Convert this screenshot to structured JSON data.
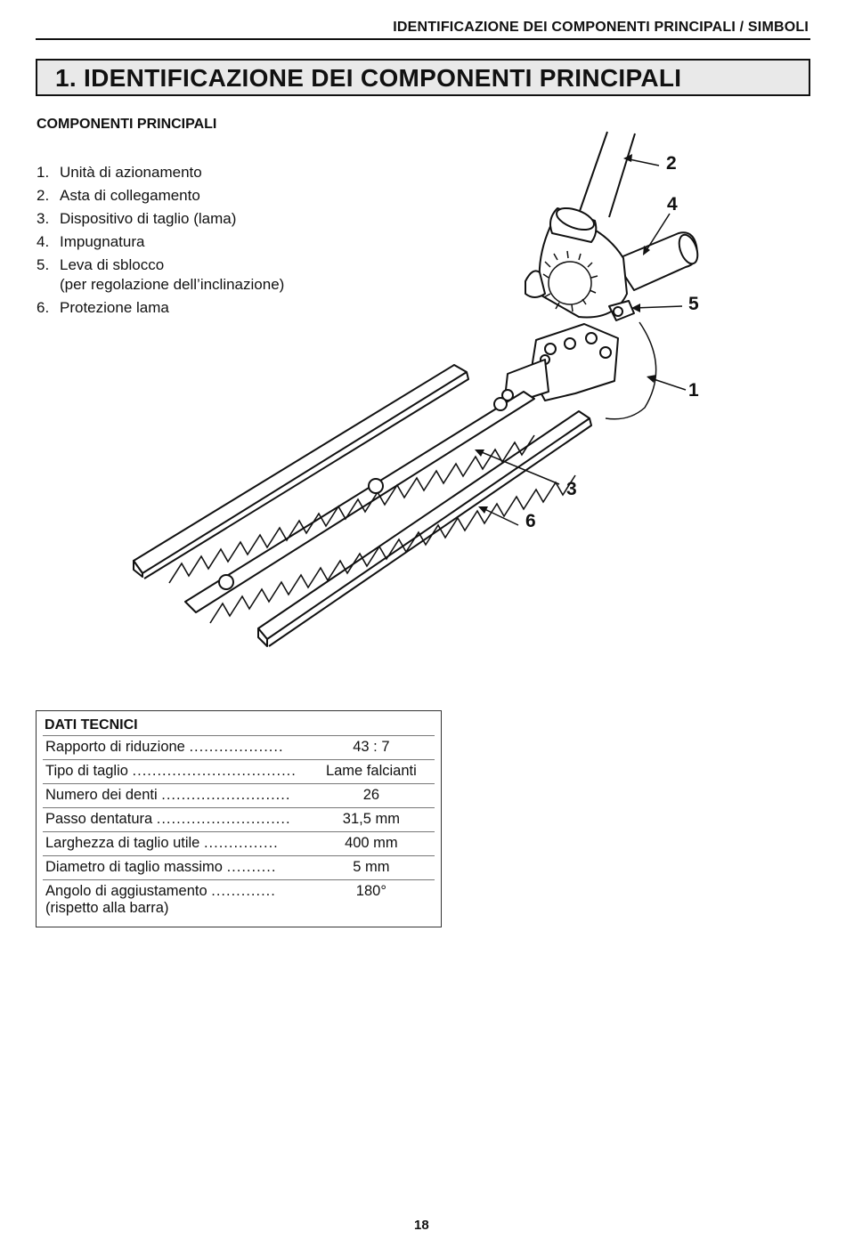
{
  "header": {
    "running_title": "IDENTIFICAZIONE DEI COMPONENTI PRINCIPALI / SIMBOLI"
  },
  "section": {
    "title": "1.  IDENTIFICAZIONE DEI COMPONENTI PRINCIPALI"
  },
  "components": {
    "heading": "COMPONENTI PRINCIPALI",
    "items": [
      {
        "num": "1.",
        "label": "Unità di azionamento",
        "sub": ""
      },
      {
        "num": "2.",
        "label": "Asta di collegamento",
        "sub": ""
      },
      {
        "num": "3.",
        "label": "Dispositivo di taglio (lama)",
        "sub": ""
      },
      {
        "num": "4.",
        "label": "Impugnatura",
        "sub": ""
      },
      {
        "num": "5.",
        "label": "Leva di sblocco",
        "sub": "(per regolazione dell’inclinazione)"
      },
      {
        "num": "6.",
        "label": "Protezione lama",
        "sub": ""
      }
    ]
  },
  "figure": {
    "callouts": [
      "2",
      "4",
      "5",
      "1",
      "3",
      "6"
    ]
  },
  "specs": {
    "title": "DATI TECNICI",
    "rows": [
      {
        "label": "Rapporto di riduzione",
        "dots": "...................",
        "value": "43 : 7",
        "sub": ""
      },
      {
        "label": "Tipo di taglio",
        "dots": ".................................",
        "value": "Lame falcianti",
        "sub": ""
      },
      {
        "label": "Numero dei denti",
        "dots": "..........................",
        "value": "26",
        "sub": ""
      },
      {
        "label": "Passo dentatura",
        "dots": "...........................",
        "value": "31,5 mm",
        "sub": ""
      },
      {
        "label": "Larghezza di taglio utile",
        "dots": "...............",
        "value": "400 mm",
        "sub": ""
      },
      {
        "label": "Diametro di taglio massimo",
        "dots": "..........",
        "value": "5 mm",
        "sub": ""
      },
      {
        "label": "Angolo di aggiustamento",
        "dots": ".............",
        "value": "180°",
        "sub": "(rispetto alla barra)"
      }
    ]
  },
  "footer": {
    "page_number": "18"
  }
}
